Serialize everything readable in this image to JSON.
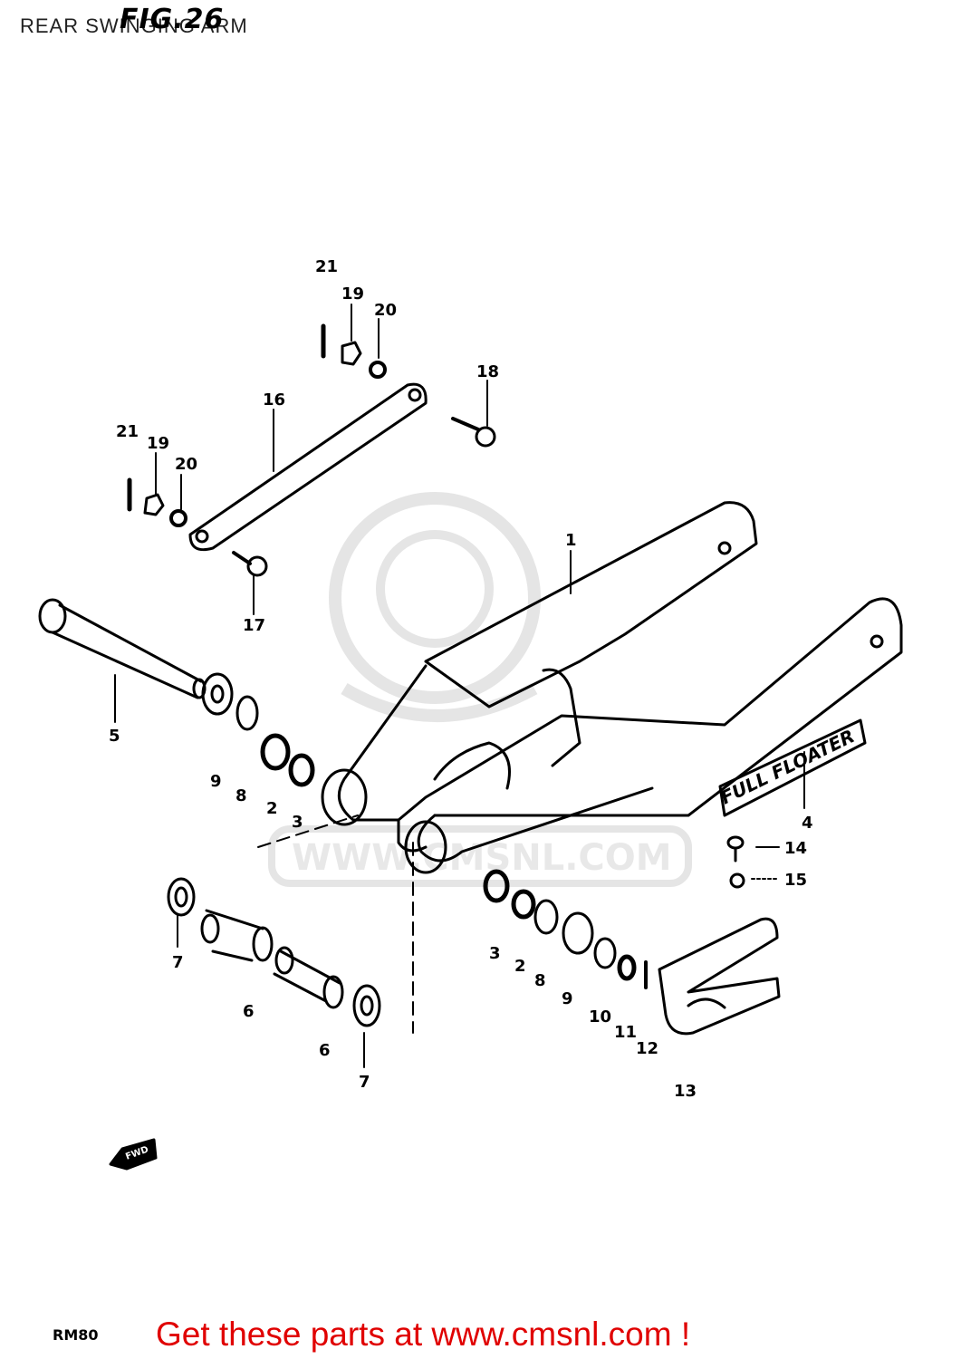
{
  "header": {
    "caption": "REAR SWINGING ARM",
    "figure_label": "FIG.26"
  },
  "watermark": {
    "url": "WWW.CMSNL.COM"
  },
  "decals": {
    "swingarm_decal": "FULL FLOATER",
    "direction_arrow": "FWD"
  },
  "callouts": {
    "c1": "1",
    "c2a": "2",
    "c2b": "2",
    "c3a": "3",
    "c3b": "3",
    "c4": "4",
    "c5": "5",
    "c6a": "6",
    "c6b": "6",
    "c7a": "7",
    "c7b": "7",
    "c8a": "8",
    "c8b": "8",
    "c9a": "9",
    "c9b": "9",
    "c10": "10",
    "c11": "11",
    "c12": "12",
    "c13": "13",
    "c14": "14",
    "c15": "15",
    "c16": "16",
    "c17": "17",
    "c18": "18",
    "c19a": "19",
    "c19b": "19",
    "c20a": "20",
    "c20b": "20",
    "c21a": "21",
    "c21b": "21"
  },
  "footer": {
    "model_code": "RM80",
    "cta": "Get these parts at www.cmsnl.com !",
    "cta_color": "#e00000"
  }
}
